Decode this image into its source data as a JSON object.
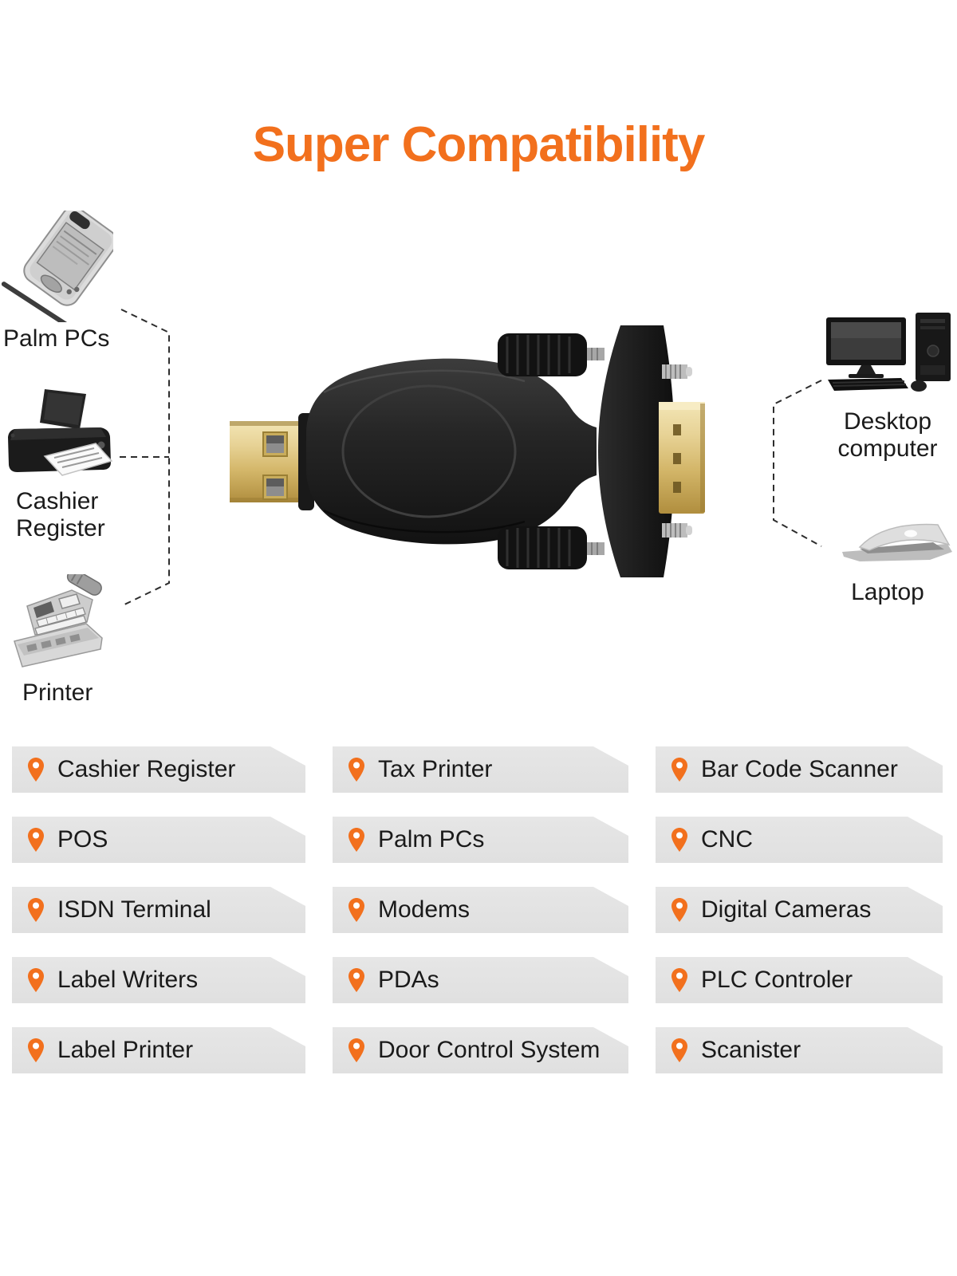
{
  "title": {
    "text": "Super Compatibility",
    "color": "#F2701D"
  },
  "hero": {
    "product_icon": "usb-to-db9-serial-adapter",
    "left_devices": [
      {
        "icon": "palm-pc-icon",
        "label": "Palm PCs"
      },
      {
        "icon": "inkjet-printer-icon",
        "label": "Cashier Register"
      },
      {
        "icon": "cash-register-icon",
        "label": "Printer"
      }
    ],
    "right_devices": [
      {
        "icon": "desktop-computer-icon",
        "label": "Desktop computer"
      },
      {
        "icon": "laptop-icon",
        "label": "Laptop"
      }
    ]
  },
  "compatibility": {
    "banner_bg": "#E3E3E3",
    "pin_color": "#F2701D",
    "pin_icon": "location-pin-icon",
    "items": [
      {
        "label": "Cashier Register"
      },
      {
        "label": "Tax Printer"
      },
      {
        "label": "Bar Code Scanner"
      },
      {
        "label": "POS"
      },
      {
        "label": "Palm PCs"
      },
      {
        "label": "CNC"
      },
      {
        "label": "ISDN Terminal"
      },
      {
        "label": "Modems"
      },
      {
        "label": "Digital Cameras"
      },
      {
        "label": "Label Writers"
      },
      {
        "label": "PDAs"
      },
      {
        "label": "PLC Controler"
      },
      {
        "label": "Label Printer"
      },
      {
        "label": "Door Control System"
      },
      {
        "label": "Scanister"
      }
    ]
  }
}
